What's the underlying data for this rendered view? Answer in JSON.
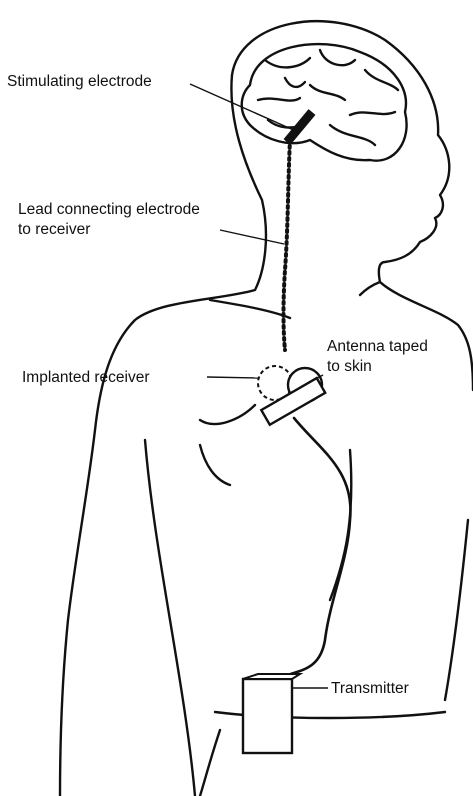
{
  "labels": {
    "stimulating_electrode": "Stimulating electrode",
    "lead_line1": "Lead connecting electrode",
    "lead_line2": "to receiver",
    "antenna_line1": "Antenna taped",
    "antenna_line2": "to skin",
    "implanted_receiver": "Implanted receiver",
    "transmitter": "Transmitter"
  }
}
